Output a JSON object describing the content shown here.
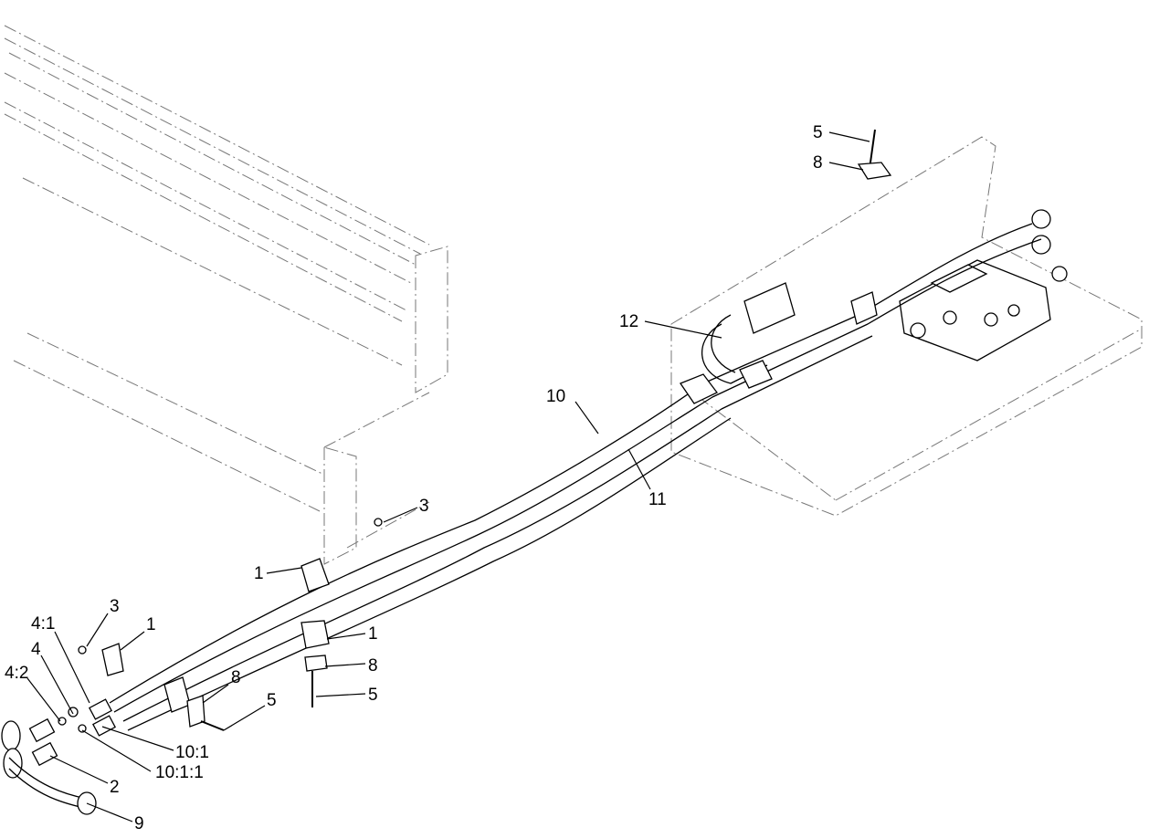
{
  "callouts": [
    {
      "id": "c-5-top",
      "text": "5"
    },
    {
      "id": "c-8-top",
      "text": "8"
    },
    {
      "id": "c-12",
      "text": "12"
    },
    {
      "id": "c-10",
      "text": "10"
    },
    {
      "id": "c-11",
      "text": "11"
    },
    {
      "id": "c-3-mid",
      "text": "3"
    },
    {
      "id": "c-1-mid",
      "text": "1"
    },
    {
      "id": "c-1-lowmid",
      "text": "1"
    },
    {
      "id": "c-8-lowmid",
      "text": "8"
    },
    {
      "id": "c-5-lowmid",
      "text": "5"
    },
    {
      "id": "c-3-left",
      "text": "3"
    },
    {
      "id": "c-1-left",
      "text": "1"
    },
    {
      "id": "c-4-1",
      "text": "4:1"
    },
    {
      "id": "c-4",
      "text": "4"
    },
    {
      "id": "c-4-2",
      "text": "4:2"
    },
    {
      "id": "c-8-left",
      "text": "8"
    },
    {
      "id": "c-5-left",
      "text": "5"
    },
    {
      "id": "c-10-1",
      "text": "10:1"
    },
    {
      "id": "c-10-1-1",
      "text": "10:1:1"
    },
    {
      "id": "c-2",
      "text": "2"
    },
    {
      "id": "c-9",
      "text": "9"
    }
  ]
}
